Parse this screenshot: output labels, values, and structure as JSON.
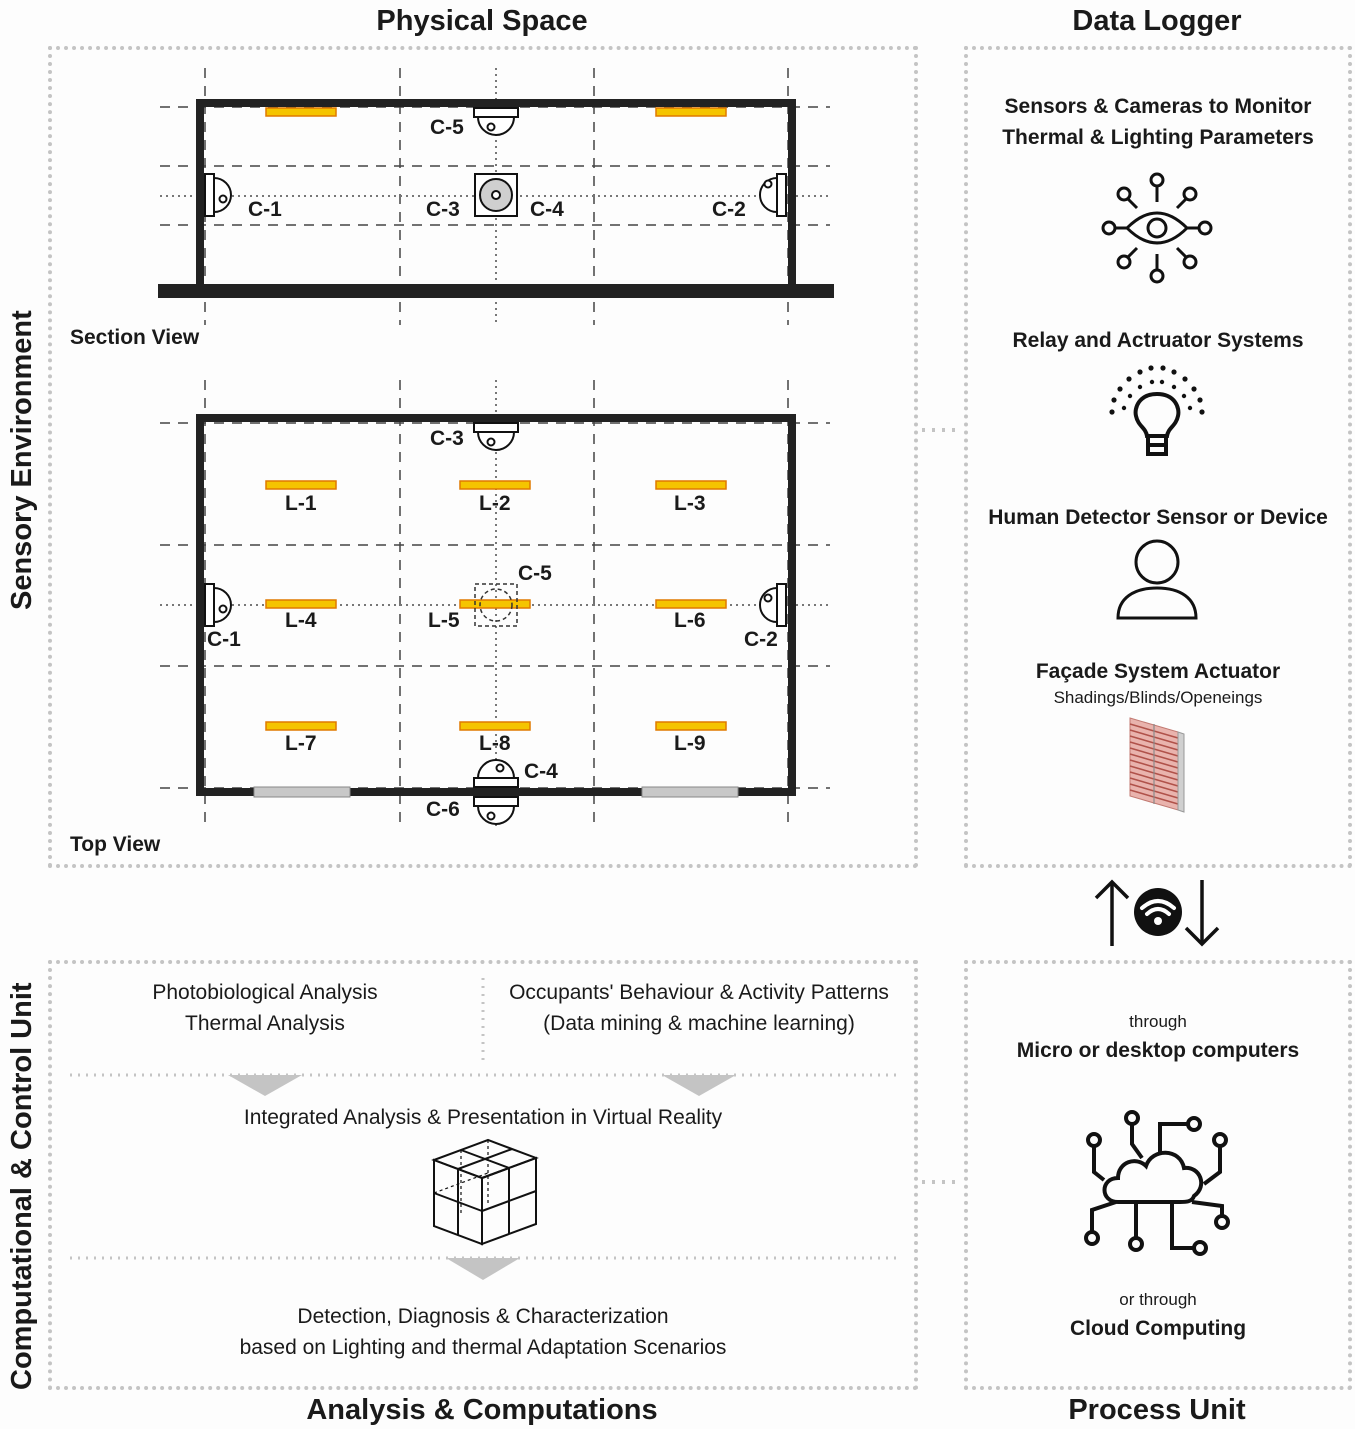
{
  "titles": {
    "physical_space": "Physical Space",
    "data_logger": "Data Logger",
    "analysis": "Analysis & Computations",
    "process_unit": "Process Unit",
    "sensory_environment": "Sensory Environment",
    "computational_control": "Computational & Control Unit"
  },
  "physical": {
    "section_view": "Section View",
    "top_view": "Top View",
    "section_labels": {
      "c5": "C-5",
      "c1": "C-1",
      "c3": "C-3",
      "c4": "C-4",
      "c2": "C-2"
    },
    "top_labels": {
      "c3": "C-3",
      "c5": "C-5",
      "c1": "C-1",
      "c2": "C-2",
      "c4": "C-4",
      "c6": "C-6",
      "l1": "L-1",
      "l2": "L-2",
      "l3": "L-3",
      "l4": "L-4",
      "l5": "L-5",
      "l6": "L-6",
      "l7": "L-7",
      "l8": "L-8",
      "l9": "L-9"
    },
    "light_color": "#f5c400",
    "light_border": "#e07a00"
  },
  "logger": {
    "sensors_line1": "Sensors & Cameras to Monitor",
    "sensors_line2": "Thermal & Lighting Parameters",
    "sensors_icon": "eye-sensor-icon",
    "relay": "Relay and Actruator Systems",
    "relay_icon": "light-bulb-icon",
    "human": "Human Detector Sensor or Device",
    "human_icon": "person-icon",
    "facade": "Façade System Actuator",
    "facade_sub": "Shadings/Blinds/Openeings",
    "facade_icon": "blinds-icon"
  },
  "connector_icon": "wifi-exchange-icon",
  "analysis": {
    "photo": "Photobiological Analysis",
    "thermal": "Thermal Analysis",
    "behaviour": "Occupants' Behaviour & Activity Patterns",
    "datamining": "(Data mining & machine learning)",
    "integrated": "Integrated Analysis & Presentation in Virtual Reality",
    "vr_icon": "cube-grid-icon",
    "detection": "Detection, Diagnosis & Characterization",
    "based": "based on Lighting and thermal Adaptation Scenarios"
  },
  "process": {
    "through": "through",
    "micro": "Micro or desktop computers",
    "cloud_icon": "cloud-network-icon",
    "or_through": "or through",
    "cloud": "Cloud Computing"
  }
}
